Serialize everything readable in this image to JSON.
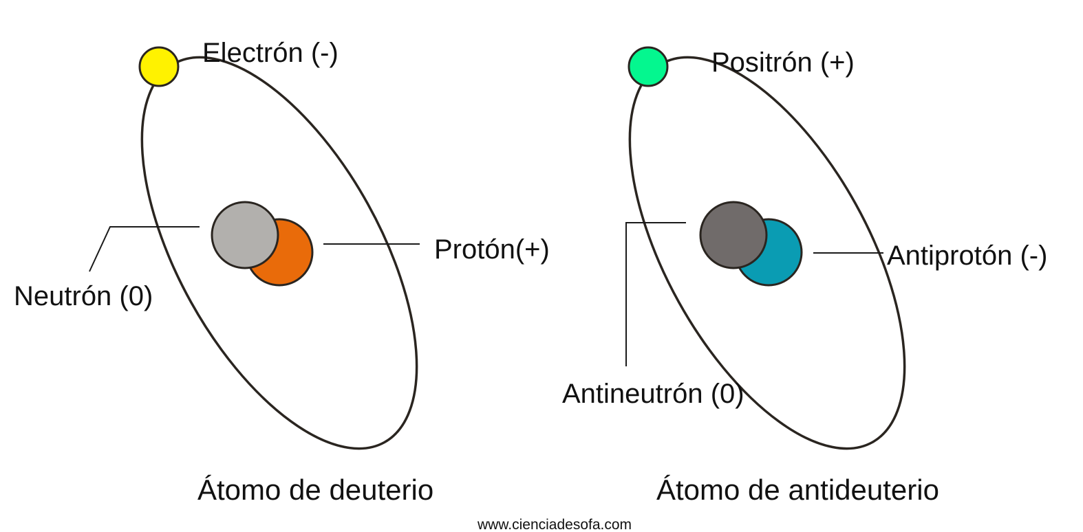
{
  "atoms": [
    {
      "caption": "Átomo de deuterio",
      "orbiting_particle": {
        "label": "Electrón (-)",
        "color": "#fff200"
      },
      "nucleus": {
        "proton": {
          "label": "Protón(+)",
          "color": "#e96b0a"
        },
        "neutron": {
          "label": "Neutrón (0)",
          "color": "#b2b0ad"
        }
      }
    },
    {
      "caption": "Átomo de antideuterio",
      "orbiting_particle": {
        "label": "Positrón (+)",
        "color": "#04f78f"
      },
      "nucleus": {
        "proton": {
          "label": "Antiprotón (-)",
          "color": "#0a9cb3"
        },
        "neutron": {
          "label": "Antineutrón (0)",
          "color": "#706b6a"
        }
      }
    }
  ],
  "credit": "www.cienciadesofa.com"
}
